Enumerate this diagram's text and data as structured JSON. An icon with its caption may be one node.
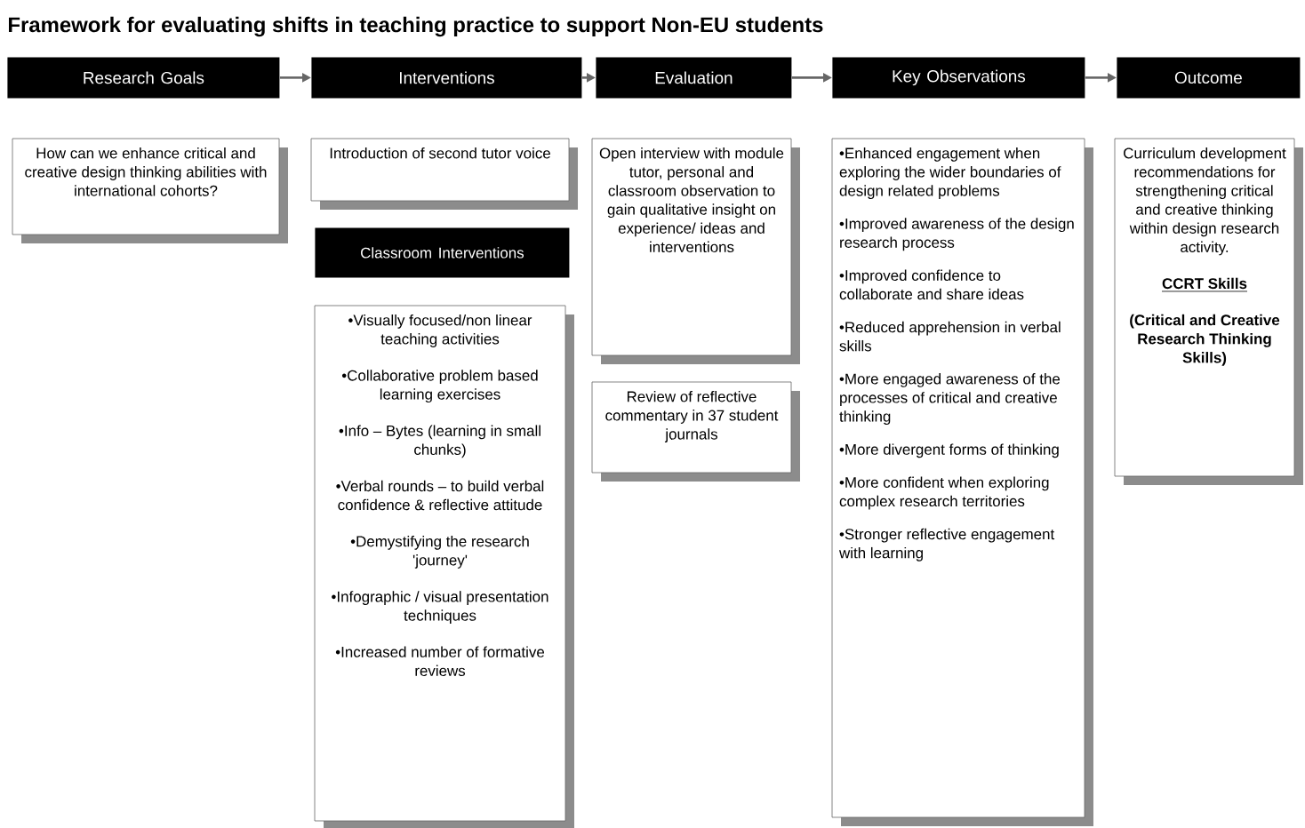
{
  "diagram": {
    "title": "Framework for evaluating shifts in teaching practice to support Non-EU students",
    "nodes": [
      {
        "text": [
          "Research Goals"
        ]
      },
      {
        "text": [
          "Interventions"
        ]
      },
      {
        "text": [
          "Evaluation"
        ]
      },
      {
        "text": [
          "Key Observations"
        ]
      },
      {
        "text": [
          "Outcome"
        ]
      },
      {
        "text": [
          "How can we enhance critical and creative design thinking abilities with international cohorts?"
        ]
      },
      {
        "text": [
          "Introduction of second tutor voice"
        ]
      },
      {
        "text": [
          "Classroom Interventions"
        ]
      },
      {
        "text": [
          "•Visually focused/non linear teaching activities",
          "•Collaborative problem based learning exercises",
          "•Info – Bytes (learning in small chunks)",
          "•Verbal rounds – to build verbal confidence & reflective attitude",
          "•Demystifying the research 'journey'",
          "•Infographic / visual presentation techniques",
          "•Increased number of formative reviews"
        ]
      },
      {
        "text": [
          "Open interview with module tutor, personal and classroom observation to gain qualitative insight on experience/ ideas and interventions"
        ]
      },
      {
        "text": [
          "Review of reflective commentary in 37 student journals"
        ]
      },
      {
        "text": [
          "•Enhanced engagement when exploring the wider boundaries of design related problems",
          "•Improved awareness of the design research process",
          "•Improved confidence to collaborate and share ideas",
          "•Reduced apprehension in verbal skills",
          "•More engaged awareness of the processes of critical and creative thinking",
          "•More divergent forms of thinking",
          "•More confident when exploring complex research territories",
          "•Stronger reflective engagement with learning"
        ]
      },
      {
        "text": [
          "Curriculum development recommendations for strengthening critical and creative thinking within design research activity.",
          "CCRT Skills",
          "(Critical and Creative Research Thinking Skills)"
        ]
      }
    ],
    "edges": [
      {
        "from": 0,
        "to": 1,
        "arrow": "to"
      },
      {
        "from": 1,
        "to": 2,
        "arrow": "to"
      },
      {
        "from": 2,
        "to": 3,
        "arrow": "to"
      },
      {
        "from": 3,
        "to": 4,
        "arrow": "to"
      }
    ]
  }
}
